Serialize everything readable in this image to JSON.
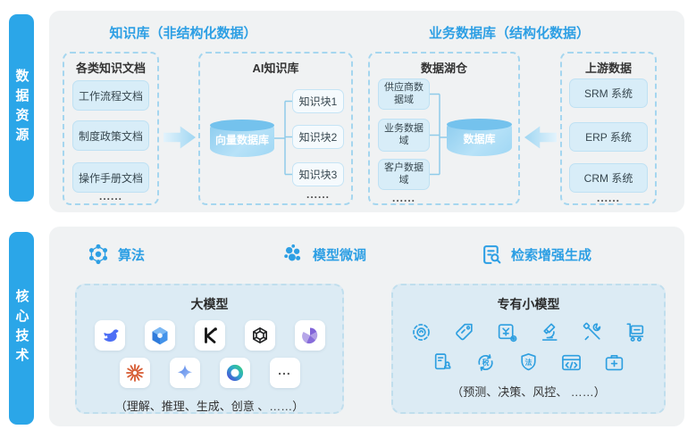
{
  "colors": {
    "accent_blue": "#2BA6E8",
    "header_blue": "#2D9FE4",
    "panel_bg": "#F0F2F3",
    "chip_fill": "#D8EDF8",
    "dashed_border": "#A5D6EF",
    "inner_box_fill": "#DCEBF4",
    "line_icon_blue": "#2E9FE0"
  },
  "left_tabs": {
    "data_resources": "数据资源",
    "core_tech": "核心技术"
  },
  "data_section": {
    "knowledge_header": "知识库（非结构化数据）",
    "business_header": "业务数据库（结构化数据）",
    "docs_box": {
      "title": "各类知识文档",
      "items": [
        "工作流程文档",
        "制度政策文档",
        "操作手册文档"
      ],
      "more": "......"
    },
    "ai_box": {
      "title": "AI知识库",
      "cylinder_label": "向量数据库",
      "chunks": [
        "知识块1",
        "知识块2",
        "知识块3"
      ],
      "more": "......"
    },
    "lake_box": {
      "title": "数据湖仓",
      "domains": [
        "供应商数据域",
        "业务数据域",
        "客户数据域"
      ],
      "more": "......",
      "cylinder_label": "数据库"
    },
    "upstream_box": {
      "title": "上游数据",
      "systems": [
        "SRM 系统",
        "ERP 系统",
        "CRM 系统"
      ],
      "more": "......"
    }
  },
  "tech_section": {
    "features": [
      {
        "label": "算法",
        "icon": "atom-icon"
      },
      {
        "label": "模型微调",
        "icon": "molecule-cluster-icon"
      },
      {
        "label": "检索增强生成",
        "icon": "document-search-icon"
      }
    ],
    "large_model": {
      "title": "大模型",
      "logo_icons": [
        "deepseek-whale-icon",
        "blue-cube-icon",
        "kimi-k-icon",
        "openai-icon",
        "purple-pinwheel-icon",
        "orange-starburst-icon",
        "gemini-sparkle-icon",
        "teal-ring-icon",
        "more-models-ellipsis"
      ],
      "ellipsis": "...",
      "caption": "（理解、推理、生成、创意 、……）"
    },
    "small_model": {
      "title": "专有小模型",
      "icons_row1": [
        "gear-icon",
        "price-tag-icon",
        "billing-box-icon",
        "microscope-icon",
        "tools-icon",
        "trolley-icon"
      ],
      "icons_row2": [
        "stamp-document-icon",
        "tax-cycle-icon",
        "law-shield-icon",
        "code-window-icon",
        "medical-kit-icon"
      ],
      "tax_char": "税",
      "law_char": "法",
      "caption": "（预测、决策、风控、 ……）"
    }
  }
}
